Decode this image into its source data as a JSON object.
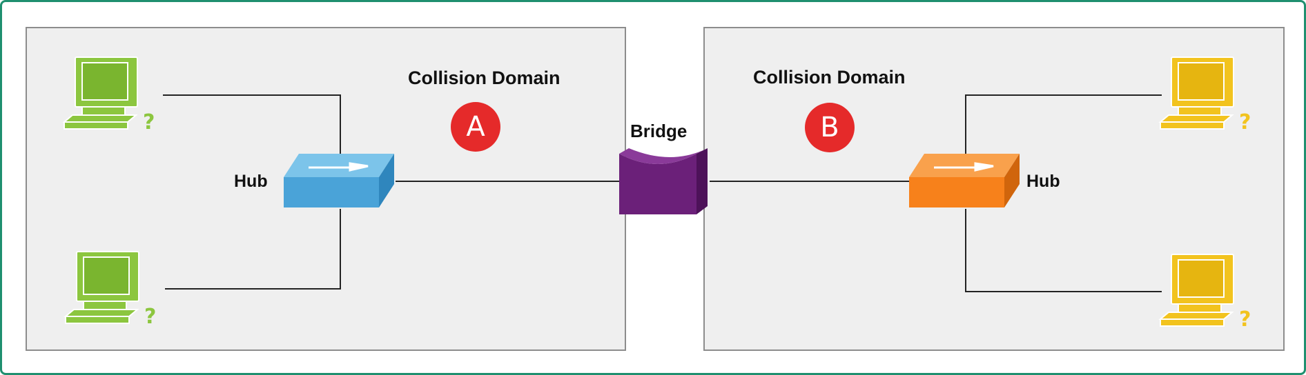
{
  "domain_a": {
    "title": "Collision Domain",
    "badge": "A",
    "hub_label": "Hub",
    "hub_color": "#4aa3d8",
    "pc_color": "#8cc63f"
  },
  "domain_b": {
    "title": "Collision Domain",
    "badge": "B",
    "hub_label": "Hub",
    "hub_color": "#f7811b",
    "pc_color": "#f2c31e"
  },
  "bridge": {
    "label": "Bridge",
    "color": "#6b2079"
  },
  "colors": {
    "badge": "#e52a2a",
    "wire": "#222222",
    "panel_bg": "#efefef",
    "frame": "#1f8f6f"
  }
}
